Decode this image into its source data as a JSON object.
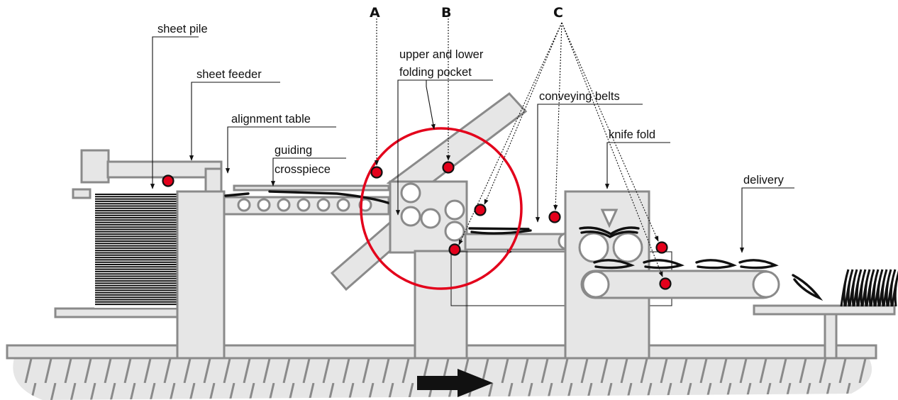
{
  "labels": {
    "sheet_pile": "sheet pile",
    "sheet_feeder": "sheet feeder",
    "alignment_table": "alignment table",
    "guiding_line1": "guiding",
    "guiding_line2": "crosspiece",
    "pocket_line1": "upper and lower",
    "pocket_line2": "folding pocket",
    "conveying_belts": "conveying belts",
    "knife_fold": "knife fold",
    "delivery": "delivery"
  },
  "markers": {
    "a": "A",
    "b": "B",
    "c": "C"
  },
  "colors": {
    "sensor": "#e3001b",
    "highlight_circle": "#e3001b",
    "machine_fill": "#e6e6e6",
    "machine_stroke": "#8a8a8a"
  }
}
